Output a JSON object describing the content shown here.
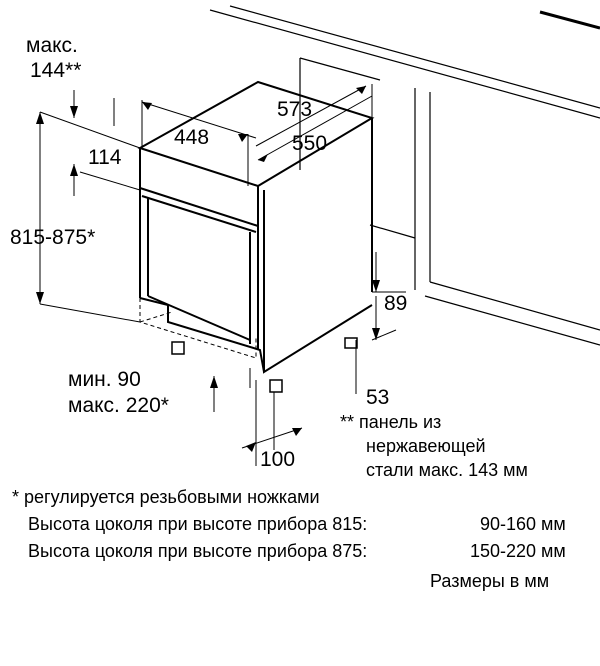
{
  "dimensions": {
    "top_max_label": "макс.",
    "top_max_value": "144**",
    "d114": "114",
    "height_range": "815-875*",
    "d448": "448",
    "d573": "573",
    "d550": "550",
    "d89": "89",
    "d53": "53",
    "d100": "100",
    "plinth_min": "мин. 90",
    "plinth_max": "макс. 220*"
  },
  "note": {
    "line1": "** панель из",
    "line2": "нержавеющей",
    "line3": "стали макс. 143 мм"
  },
  "footer": {
    "line1": "* регулируется резьбовыми ножками",
    "line2_label": "Высота цоколя при высоте прибора 815:",
    "line2_value": "90-160 мм",
    "line3_label": "Высота цоколя при высоте прибора 875:",
    "line3_value": "150-220 мм",
    "units": "Размеры в мм"
  }
}
